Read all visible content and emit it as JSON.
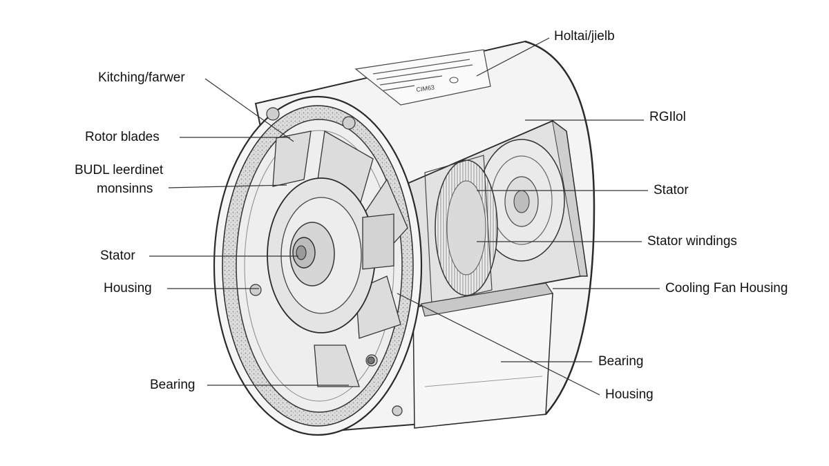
{
  "labels_left": [
    {
      "key": "kitching",
      "text": "Kitching/farwer"
    },
    {
      "key": "rotor_blades",
      "text": "Rotor blades"
    },
    {
      "key": "budl_line1",
      "text": "BUDL leerdinet"
    },
    {
      "key": "budl_line2",
      "text": "monsinns"
    },
    {
      "key": "stator",
      "text": "Stator"
    },
    {
      "key": "housing",
      "text": "Housing"
    },
    {
      "key": "bearing",
      "text": "Bearing"
    }
  ],
  "labels_right": [
    {
      "key": "holtai",
      "text": "Holtai/jielb"
    },
    {
      "key": "rgiiol",
      "text": "RGIlol"
    },
    {
      "key": "stator",
      "text": "Stator"
    },
    {
      "key": "stator_windings",
      "text": "Stator windings"
    },
    {
      "key": "cooling_fan_housing",
      "text": "Cooling Fan Housing"
    },
    {
      "key": "bearing",
      "text": "Bearing"
    },
    {
      "key": "housing",
      "text": "Housing"
    }
  ],
  "nameplate_text": "CIM63",
  "colors": {
    "ink": "#2a2a2a",
    "fill_light": "#f2f2f2",
    "fill_mid": "#d6d6d6",
    "fill_dark": "#9a9a9a",
    "leader": "#333333"
  }
}
